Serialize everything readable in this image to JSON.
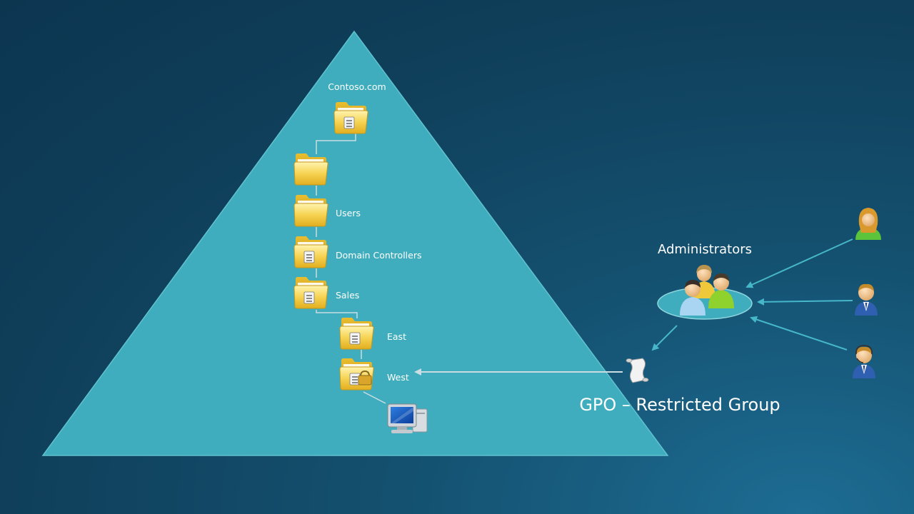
{
  "diagram": {
    "domain_label": "Contoso.com",
    "ou_users": "Users",
    "ou_domain_controllers": "Domain Controllers",
    "ou_sales": "Sales",
    "ou_east": "East",
    "ou_west": "West",
    "group_label": "Administrators",
    "gpo_label": "GPO – Restricted Group"
  },
  "colors": {
    "pyramid": "#3fadbd",
    "folder": "#f3cf45",
    "arrow": "#46b7c8",
    "connector": "#c9dde2"
  },
  "icons": [
    "folder-icon",
    "ou-folder-icon",
    "locked-ou-folder-icon",
    "computer-icon",
    "group-icon",
    "user-icon",
    "policy-scroll-icon"
  ]
}
